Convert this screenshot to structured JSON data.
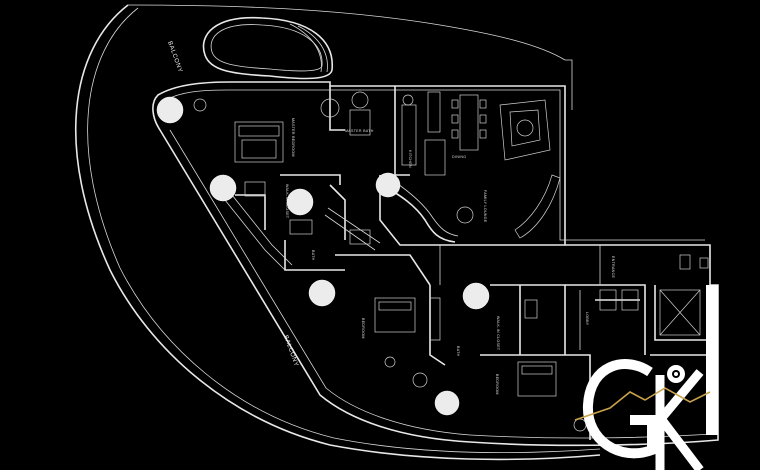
{
  "plan": {
    "balcony_top": "BALCONY",
    "balcony_left": "BALCONY",
    "rooms": {
      "master_bedroom": "MASTER BEDROOM",
      "master_bath": "MASTER BATH",
      "master_wic": "WALK-IN CLOSET",
      "kitchen": "KITCHEN",
      "dining": "DINING",
      "family_lounge": "FAMILY LOUNGE",
      "entrance": "ENTRANCE",
      "bedroom_2": "BEDROOM",
      "bath_2": "BATH",
      "bedroom_3": "BEDROOM",
      "bath_3": "BATH",
      "walk_in": "WALK-IN CLOSET",
      "lobby": "LOBBY"
    }
  },
  "colors": {
    "background": "#000000",
    "lines": "#e8e8e8",
    "logo": "#ffffff",
    "logo_accent": "#c9a24a"
  },
  "logo": {
    "icon": "gk-monogram-icon"
  }
}
